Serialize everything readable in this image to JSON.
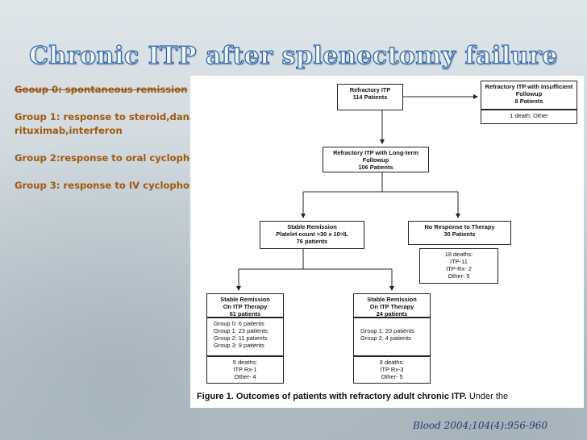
{
  "slide": {
    "title": "Chronic ITP after splenectomy failure",
    "group0": "Gooup 0: spontaneous remission",
    "group1": "Group 1: response to steroid,danazol,colchicine, vinblastin, rituximab,interferon",
    "group2": "Group 2:response to oral cyclophosphmide, azathioprine,cyclosproine",
    "group3": "Group 3: response to IV cyclophosphmide or C/T",
    "citation": "Blood 2004;104(4):956-960"
  },
  "figure": {
    "refractory": {
      "title": "Refractory ITP",
      "count": "114 Patients"
    },
    "insufficient": {
      "title": "Refractory ITP with Insufficient Followup",
      "count": "8 Patients"
    },
    "insufficient_deaths": "1 death: Other",
    "longterm": {
      "title": "Refractory ITP with Long-term Followup",
      "count": "106 Patients"
    },
    "stable": {
      "title": "Stable Remission",
      "platelet": "Platelet count >30 x 10⁹/L",
      "count": "76 patients"
    },
    "noresponse": {
      "title": "No Response to Therapy",
      "count": "30 Patients"
    },
    "noresponse_deaths": {
      "l1": "18 deaths:",
      "l2": "ITP-11",
      "l3": "ITP-Rx- 2",
      "l4": "Other- 5"
    },
    "on_therapy": {
      "l1": "Stable Remission",
      "l2": "On ITP Therapy",
      "l3": "61 patients",
      "g0": "Group 0: 6 patients",
      "g1": "Group 1: 23 patients",
      "g2": "Group 2: 11 patients",
      "g3": "Group 3: 9 patients"
    },
    "on_therapy_deaths": {
      "l1": "5 deaths:",
      "l2": "ITP Rx-1",
      "l3": "Other- 4"
    },
    "off_therapy": {
      "l1": "Stable Remission",
      "l2": "On ITP Therapy",
      "l3": "24 patients",
      "g1": "Group 1: 20 patients",
      "g2": "Group 2: 4 patients"
    },
    "off_therapy_deaths": {
      "l1": "8 deaths:",
      "l2": "ITP Rx-3",
      "l3": "Other- 5"
    },
    "caption_label": "Figure 1.",
    "caption_bold": "Outcomes of patients with refractory adult chronic ITP.",
    "caption_rest": "Under the"
  }
}
